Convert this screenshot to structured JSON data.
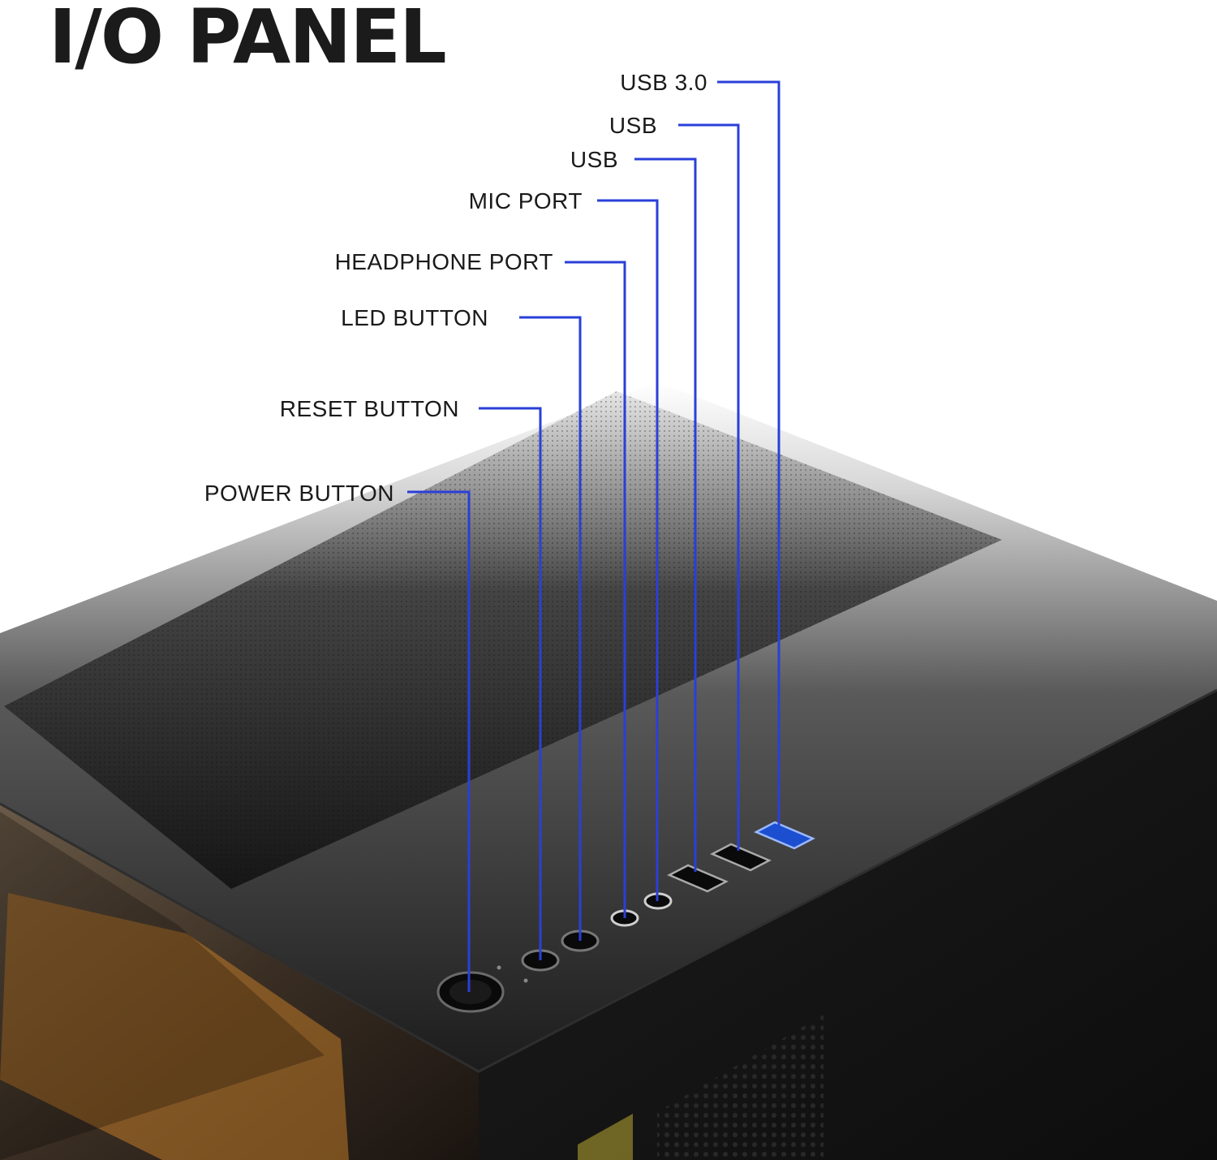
{
  "title": "I/O PANEL",
  "accent_color": "#2a3fd8",
  "callouts": [
    {
      "id": "usb30",
      "label": "USB 3.0"
    },
    {
      "id": "usb2",
      "label": "USB"
    },
    {
      "id": "usb1",
      "label": "USB"
    },
    {
      "id": "mic",
      "label": "MIC PORT"
    },
    {
      "id": "headphone",
      "label": "HEADPHONE PORT"
    },
    {
      "id": "led",
      "label": "LED BUTTON"
    },
    {
      "id": "reset",
      "label": "RESET BUTTON"
    },
    {
      "id": "power",
      "label": "POWER BUTTON"
    }
  ],
  "case": {
    "body_color": "#111111",
    "glow_color": "#e08a2a"
  }
}
